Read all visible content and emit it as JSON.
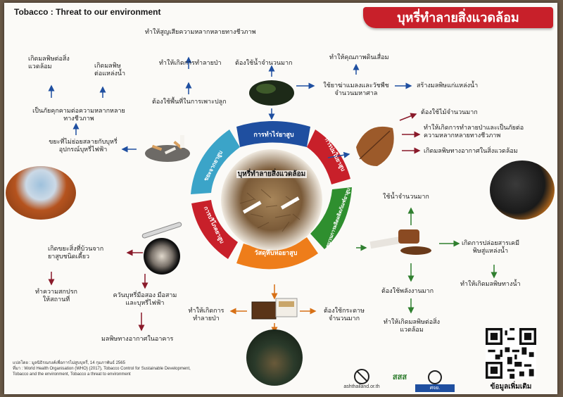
{
  "header": {
    "title_en": "Tobacco : Threat to our environment",
    "title_th": "บุหรี่ทำลายสิ่งแวดล้อม"
  },
  "wheel": {
    "center": "บุหรี่ทำลายสิ่งแวดล้อม",
    "segments": [
      "การทำไร่ยาสูบ",
      "การบ่มใบยาสูบ",
      "ขบวนการผลิตผลิตภัณฑ์ยาสูบ",
      "วัสดุหีบห่อยาสูบ",
      "การบริโภคยาสูบ",
      "ขยะจากยาสูบ"
    ],
    "colors": [
      "#1f4fa0",
      "#c8202a",
      "#2f8f2f",
      "#ee7d1a",
      "#c8202a",
      "#3ba4c8"
    ]
  },
  "farming": {
    "chain1": [
      "ทำให้สูญเสียความหลากหลายทางชีวภาพ",
      "ทำให้เกิดการทำลายป่า",
      "ต้องใช้พื้นที่ในการเพาะปลูก"
    ],
    "water": "ต้องใช้น้ำจำนวนมาก",
    "soil": "ทำให้คุณภาพดินเสื่อม",
    "pesticide": "ใช้ยาฆ่าแมลงและวัชพืชจำนวนมหาศาล",
    "pesticide_result": "สร้างมลพิษแก่แหล่งน้ำ"
  },
  "curing": [
    "ต้องใช้ไม้จำนวนมาก",
    "ทำให้เกิดการทำลายป่าและเป็นภัยต่อความหลากหลายทางชีวภาพ",
    "เกิดมลพิษทางอากาศในสิ่งแวดล้อม"
  ],
  "waste": {
    "water_pollution": "เกิดมลพิษต่อแหล่งน้ำ",
    "env_pollution": "เกิดมลพิษต่อสิ่งแวดล้อม",
    "biodiversity": "เป็นภัยคุกคามต่อความหลากหลายทางชีวภาพ",
    "source": "ขยะที่ไม่ย่อยสลายกับบุหรี่ อุปกรณ์บุหรี่ไฟฟ้า"
  },
  "manufacturing": {
    "water": "ใช้น้ำจำนวนมาก",
    "chemicals": "เกิดการปล่อยสารเคมีพิษสู่แหล่งน้ำ",
    "water_pollution": "ทำให้เกิดมลพิษทางน้ำ",
    "energy": "ต้องใช้พลังงานมาก",
    "env_pollution": "ทำให้เกิดมลพิษต่อสิ่งแวดล้อม"
  },
  "packaging": {
    "deforestation": "ทำให้เกิดการทำลายป่า",
    "paper": "ต้องใช้กระดาษจำนวนมาก"
  },
  "consumption": {
    "litter": "เกิดขยะสิ่งที่บ้วนจากยาสูบชนิดเคี้ยว",
    "cleaning": "ทำความสกปรกให้สถานที่",
    "smoke": "ควันบุหรี่มือสอง มือสามและบุหรี่ไฟฟ้า",
    "indoor": "มลพิษทางอากาศในอาคาร"
  },
  "footer": {
    "translated_by": "แปลโดย : มูลนิธิรณรงค์เพื่อการไม่สูบบุหรี่, 14 กุมภาพันธ์ 2565",
    "source_line1": "ที่มา : World Health Organisation (WHO) (2017), Tobacco Control for Sustainable Development,",
    "source_line2": "Tobacco and the environment, Tobacco a threat to environment",
    "logo1": "ashthailand.or.th",
    "logo2": "สสส",
    "logo3": "ศจย.",
    "qr_label": "ข้อมูลเพิ่มเติม"
  }
}
